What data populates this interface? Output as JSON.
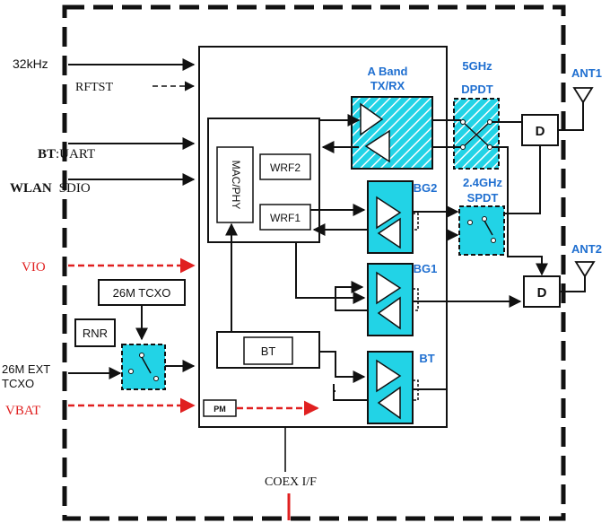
{
  "colors": {
    "cyan": "#22d3e6",
    "blue_text": "#1f6fd0",
    "red": "#e02020",
    "black": "#111111"
  },
  "inputs": {
    "clk32": "32kHz",
    "rftst": "RFTST",
    "bt_prefix": "BT",
    "bt_uart": ":UART",
    "wlan_prefix": "WLAN",
    "wlan_sdio": "SDIO",
    "vio": "VIO",
    "ext_tcxo_line1": "26M EXT",
    "ext_tcxo_line2": "TCXO",
    "vbat": "VBAT"
  },
  "blocks": {
    "tcxo": "26M TCXO",
    "rnr": "RNR",
    "mac_phy": "MAC/PHY",
    "wrf2": "WRF2",
    "wrf1": "WRF1",
    "bt_core": "BT",
    "pm": "PM",
    "diplexer1": "D",
    "diplexer2": "D"
  },
  "rf_labels": {
    "aband_line1": "A Band",
    "aband_line2": "TX/RX",
    "ghz5": "5GHz",
    "dpdt": "DPDT",
    "ghz24": "2.4GHz",
    "spdt": "SPDT",
    "bg2": "BG2",
    "bg1": "BG1",
    "bt_rf": "BT",
    "ant1": "ANT1",
    "ant2": "ANT2"
  },
  "bottom": {
    "coex": "COEX I/F"
  }
}
